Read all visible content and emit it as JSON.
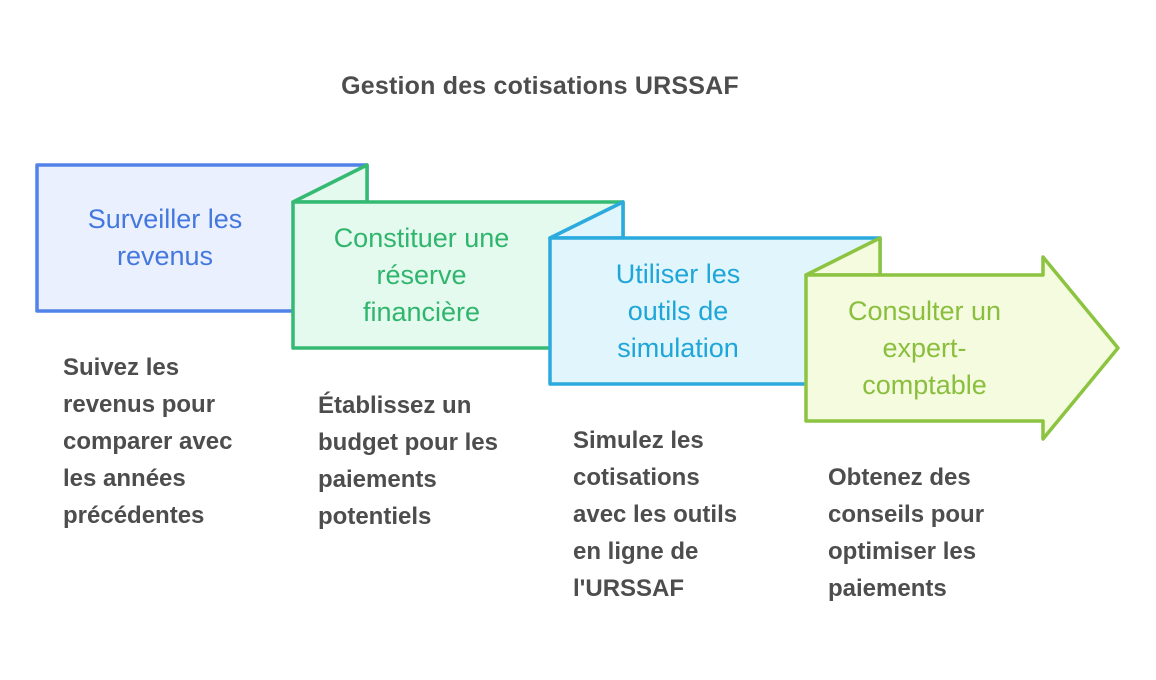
{
  "title": "Gestion des cotisations URSSAF",
  "text_color": "#4D4D4D",
  "steps": [
    {
      "label": "Surveiller les\nrevenus",
      "description": "Suivez les\nrevenus pour\ncomparer avec\nles années\nprécédentes",
      "colors": {
        "fill": "#EAF0FD",
        "border": "#5082E8",
        "text": "#4478DE"
      }
    },
    {
      "label": "Constituer une\nréserve\nfinancière",
      "description": "Établissez un\nbudget pour les\npaiements\npotentiels",
      "colors": {
        "fill": "#E4FAEE",
        "border": "#35BA73",
        "text": "#30B56D"
      }
    },
    {
      "label": "Utiliser les\noutils de\nsimulation",
      "description": "Simulez les\ncotisations\navec les outils\nen ligne de\nl'URSSAF",
      "colors": {
        "fill": "#E0F5FC",
        "border": "#2BAADD",
        "text": "#1FA6D9"
      }
    },
    {
      "label": "Consulter un\nexpert-\ncomptable",
      "description": "Obtenez des\nconseils pour\noptimiser les\npaiements",
      "colors": {
        "fill": "#F4FBDF",
        "border": "#8CC442",
        "text": "#8ABF3E"
      }
    }
  ]
}
